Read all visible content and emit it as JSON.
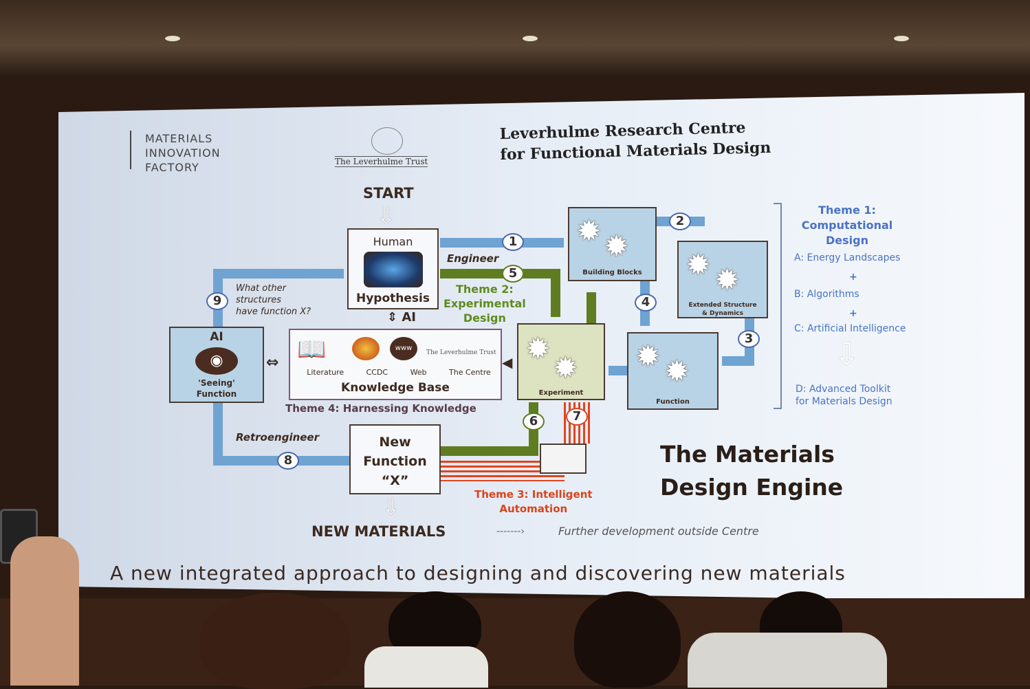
{
  "header": {
    "mif": [
      "MATERIALS",
      "INNOVATION",
      "FACTORY"
    ],
    "trust": "The Leverhulme Trust",
    "title_1": "Leverhulme Research Centre",
    "title_2": "for Functional Materials Design"
  },
  "flow": {
    "start": "START",
    "human": "Human",
    "hypothesis": "Hypothesis",
    "ai_link": "AI",
    "engineer": "Engineer",
    "theme2": [
      "Theme 2:",
      "Experimental",
      "Design"
    ],
    "question": [
      "What other",
      "structures",
      "have function X?"
    ],
    "ai_box": {
      "title": "AI",
      "sub1": "'Seeing'",
      "sub2": "Function"
    },
    "kb": {
      "items": [
        "Literature",
        "CCDC",
        "Web",
        "The Centre"
      ],
      "trust": "The Leverhulme Trust",
      "title": "Knowledge Base",
      "theme": "Theme 4: Harnessing Knowledge"
    },
    "experiment": "Experiment",
    "building_blocks": "Building Blocks",
    "extended": [
      "Extended Structure",
      "& Dynamics"
    ],
    "function": "Function",
    "retro": "Retroengineer",
    "new_function": [
      "New",
      "Function",
      "“X”"
    ],
    "theme3": [
      "Theme 3: Intelligent",
      "Automation"
    ],
    "new_materials": "NEW MATERIALS",
    "further": "Further development outside Centre",
    "steps": [
      "1",
      "2",
      "3",
      "4",
      "5",
      "6",
      "7",
      "8",
      "9"
    ]
  },
  "theme1": {
    "title": [
      "Theme 1:",
      "Computational",
      "Design"
    ],
    "a": "A: Energy Landscapes",
    "plus": "+",
    "b": "B: Algorithms",
    "c": "C: Artificial Intelligence",
    "d": [
      "D: Advanced Toolkit",
      "for Materials Design"
    ]
  },
  "engine": [
    "The Materials",
    "Design Engine"
  ],
  "tagline": "A new integrated approach to designing and discovering new materials"
}
